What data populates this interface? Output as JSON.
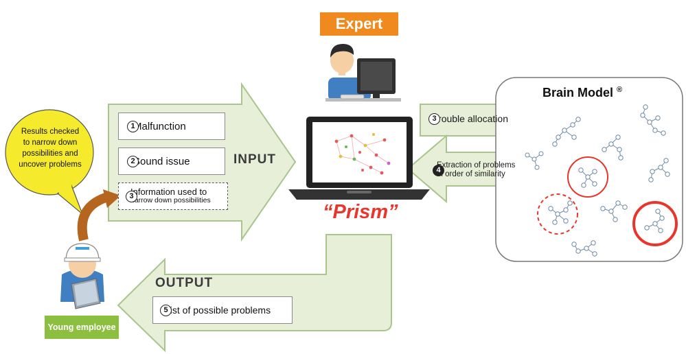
{
  "expert": {
    "label": "Expert"
  },
  "brain_model": {
    "title": "Brain Model",
    "mark": "®"
  },
  "input": {
    "label": "INPUT",
    "items": [
      {
        "num": "1",
        "text": "Malfunction"
      },
      {
        "num": "2",
        "text": "Sound issue"
      },
      {
        "num": "3",
        "text_line1": "Information used to",
        "text_line2": "narrow down possibilities"
      }
    ]
  },
  "output": {
    "label": "OUTPUT",
    "item": {
      "num": "5",
      "text": "List of possible problems"
    }
  },
  "to_brain": {
    "num": "3",
    "text": "Trouble allocation"
  },
  "from_brain": {
    "num": "4",
    "line1": "Extraction of problems",
    "line2": "in order of similarity"
  },
  "prism": {
    "label": "“Prism”"
  },
  "bubble": {
    "lines": [
      "Results checked",
      "to narrow down",
      "possibilities and",
      "uncover problems"
    ]
  },
  "young": {
    "label": "Young employee"
  },
  "colors": {
    "orange": "#f08a1e",
    "green_label": "#8cbf3f",
    "arrow_fill": "#e7efd8",
    "arrow_stroke": "#a9c48c",
    "red": "#e8362d",
    "bubble": "#f5ea2c",
    "curve": "#b5651d"
  }
}
